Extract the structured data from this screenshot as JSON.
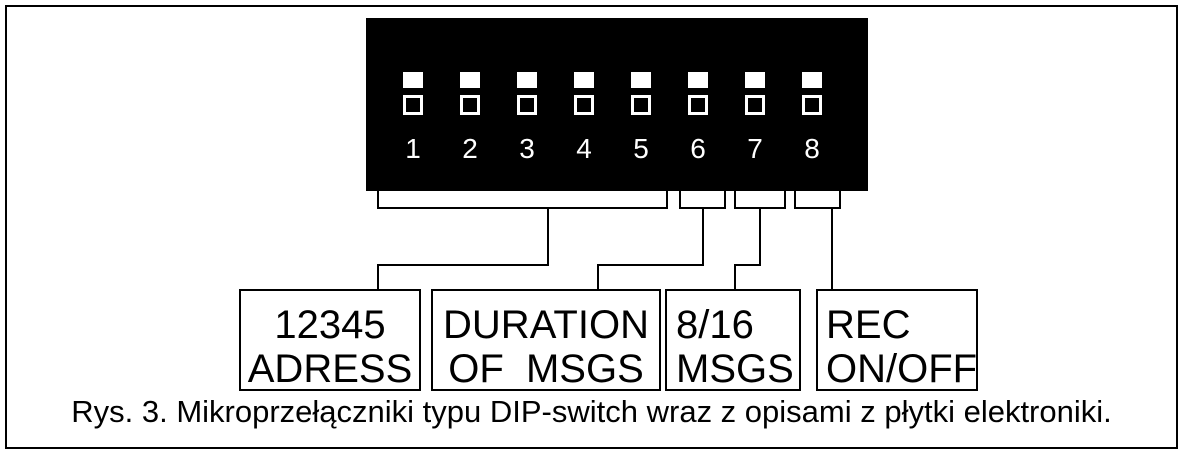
{
  "switches": [
    {
      "number": "1"
    },
    {
      "number": "2"
    },
    {
      "number": "3"
    },
    {
      "number": "4"
    },
    {
      "number": "5"
    },
    {
      "number": "6"
    },
    {
      "number": "7"
    },
    {
      "number": "8"
    }
  ],
  "labels": [
    {
      "line1": "12345",
      "line2": "ADRESS"
    },
    {
      "line1": "DURATION",
      "line2": "OF  MSGS"
    },
    {
      "line1": "8/16",
      "line2": "MSGS"
    },
    {
      "line1": "REC",
      "line2": "ON/OFF"
    }
  ],
  "caption": "Rys. 3. Mikroprzełączniki typu DIP-switch wraz z opisami z płytki elektroniki.",
  "colors": {
    "block": "#000000",
    "line": "#000000",
    "background": "#ffffff",
    "switch_face": "#ffffff"
  }
}
